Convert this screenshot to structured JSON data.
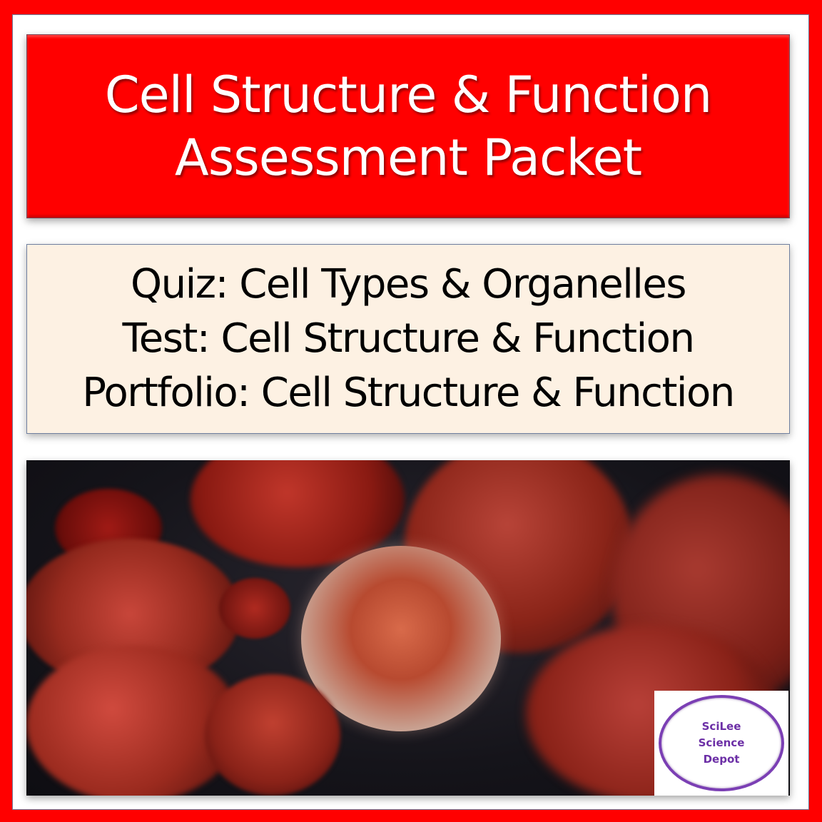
{
  "title": {
    "lines": [
      "Cell Structure & Function",
      "Assessment Packet"
    ],
    "background": "#ff0000",
    "text_color": "#ffffff"
  },
  "contents": {
    "lines": [
      "Quiz: Cell Types & Organelles",
      "Test: Cell Structure & Function",
      "Portfolio: Cell Structure & Function"
    ],
    "background": "#fdf1e3"
  },
  "image": {
    "description": "3D render of red blood cells with a translucent cell in focus"
  },
  "logo": {
    "lines": [
      "SciLee",
      "Science",
      "Depot"
    ],
    "color": "#7b3fb4"
  },
  "frame": {
    "border_color": "#ff0000"
  }
}
